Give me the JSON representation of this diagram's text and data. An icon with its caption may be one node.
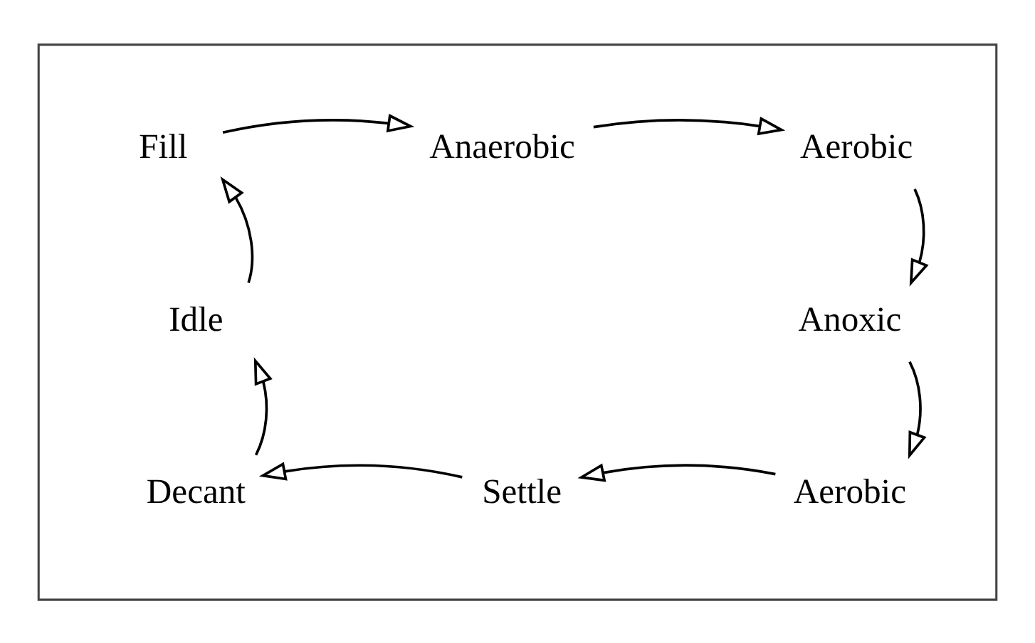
{
  "diagram": {
    "nodes": [
      {
        "text": [],
        "shape": "box"
      },
      {
        "text": [
          "Fill"
        ],
        "in": 0
      },
      {
        "text": [
          "Anaerobic"
        ],
        "in": 0
      },
      {
        "text": [
          "Aerobic"
        ],
        "in": 0
      },
      {
        "text": [
          "Idle"
        ],
        "in": 0
      },
      {
        "text": [
          "Anoxic"
        ],
        "in": 0
      },
      {
        "text": [
          "Decant"
        ],
        "in": 0
      },
      {
        "text": [
          "Settle"
        ],
        "in": 0
      },
      {
        "text": [
          "Aerobic"
        ],
        "in": 0
      }
    ],
    "edges": [
      {
        "from": 1,
        "to": 2,
        "arrow": "to"
      },
      {
        "from": 2,
        "to": 3,
        "arrow": "to"
      },
      {
        "from": 3,
        "to": 5,
        "arrow": "to"
      },
      {
        "from": 5,
        "to": 8,
        "arrow": "to"
      },
      {
        "from": 8,
        "to": 7,
        "arrow": "to"
      },
      {
        "from": 7,
        "to": 6,
        "arrow": "to"
      },
      {
        "from": 6,
        "to": 4,
        "arrow": "to"
      },
      {
        "from": 4,
        "to": 1,
        "arrow": "to"
      }
    ]
  }
}
